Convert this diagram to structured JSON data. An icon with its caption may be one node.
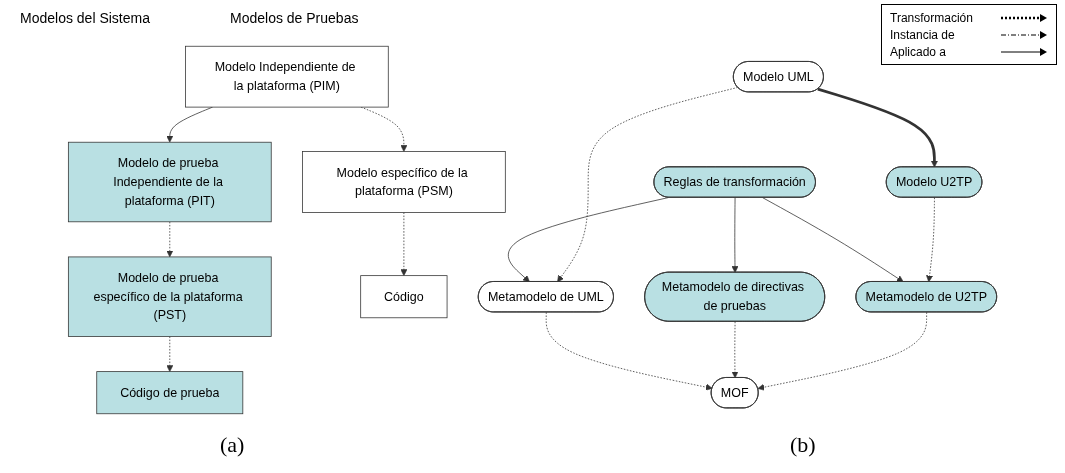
{
  "diagram": {
    "nodes": [
      {
        "text": [
          "Modelo Independiente de la plataforma (PIM)"
        ]
      },
      {
        "text": [
          "Modelo de prueba Independiente de la plataforma (PIT)"
        ]
      },
      {
        "text": [
          "Modelo específico de la plataforma (PSM)"
        ]
      },
      {
        "text": [
          "Modelo de prueba específico de la plataforma (PST)"
        ]
      },
      {
        "text": [
          "Código"
        ]
      },
      {
        "text": [
          "Código de prueba"
        ]
      },
      {
        "text": [
          "MOF"
        ]
      },
      {
        "text": [
          "Metamodelo de UML"
        ]
      },
      {
        "text": [
          "Metamodelo de directivas de pruebas"
        ]
      },
      {
        "text": [
          "Metamodelo de U2TP"
        ]
      },
      {
        "text": [
          "Reglas de transformación"
        ]
      },
      {
        "text": [
          "Modelo UML"
        ]
      },
      {
        "text": [
          "Modelo U2TP"
        ]
      }
    ],
    "edges": [
      {
        "from": 0,
        "to": 1,
        "arrow": "to"
      },
      {
        "from": 0,
        "to": 2,
        "arrow": "to",
        "style": "dashed"
      },
      {
        "from": 2,
        "to": 4,
        "arrow": "to",
        "style": "dashed"
      },
      {
        "from": 1,
        "to": 3,
        "arrow": "to",
        "style": "dashed"
      },
      {
        "from": 3,
        "to": 5,
        "arrow": "to",
        "style": "dashed"
      },
      {
        "from": 7,
        "to": 6,
        "arrow": "to",
        "style": "dashed"
      },
      {
        "from": 8,
        "to": 6,
        "arrow": "to",
        "style": "dashed"
      },
      {
        "from": 9,
        "to": 6,
        "arrow": "to",
        "style": "dashed"
      },
      {
        "from": 10,
        "to": 7,
        "arrow": "to"
      },
      {
        "from": 10,
        "to": 8,
        "arrow": "to"
      },
      {
        "from": 10,
        "to": 9,
        "arrow": "to"
      },
      {
        "from": 11,
        "to": 7,
        "arrow": "to",
        "style": "dashed"
      },
      {
        "from": 12,
        "to": 9,
        "arrow": "to",
        "style": "dashed"
      },
      {
        "from": 11,
        "to": 12,
        "arrow": "to",
        "style": "thick"
      }
    ],
    "labels": [
      "Modelos del Sistema",
      "Modelos de Pruebas",
      "(a)",
      "(b)"
    ],
    "legend": [
      {
        "text": "Transformación"
      },
      {
        "text": "Instancia de"
      },
      {
        "text": "Aplicado a"
      }
    ]
  }
}
